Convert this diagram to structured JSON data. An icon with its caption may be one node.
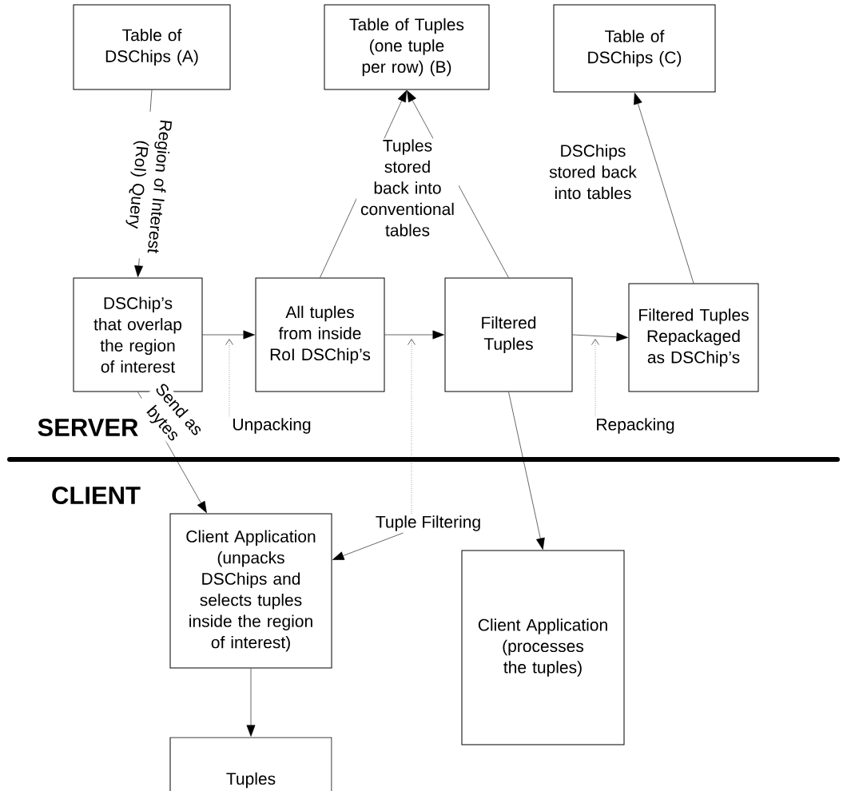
{
  "diagram": {
    "nodes": [
      {
        "text": [
          "Table of DSChips (A)"
        ]
      },
      {
        "text": [
          "Table of Tuples (one tuple per row) (B)"
        ]
      },
      {
        "text": [
          "Table of DSChips (C)"
        ]
      },
      {
        "text": [
          "DSChip’s that overlap the region of interest"
        ]
      },
      {
        "text": [
          "All tuples from inside RoI DSChip’s"
        ]
      },
      {
        "text": [
          "Filtered Tuples"
        ]
      },
      {
        "text": [
          "Filtered Tuples Repackaged as DSChip’s"
        ]
      },
      {
        "text": [
          "Client Application (unpacks DSChips and selects tuples inside the region of interest)"
        ]
      },
      {
        "text": [
          "Client Application (processes the tuples)"
        ]
      },
      {
        "text": [
          "Tuples"
        ]
      },
      {
        "text": [
          "Unpacking"
        ]
      },
      {
        "text": [
          "Repacking"
        ]
      },
      {
        "text": [
          "Tuple Filtering"
        ]
      }
    ],
    "edges": [
      {
        "from": 0,
        "to": 3,
        "arrow": "to",
        "label": "Region of Interest (RoI) Query"
      },
      {
        "from": 3,
        "to": 4,
        "arrow": "to"
      },
      {
        "from": 4,
        "to": 5,
        "arrow": "to"
      },
      {
        "from": 5,
        "to": 6,
        "arrow": "to"
      },
      {
        "from": 4,
        "to": 1,
        "arrow": "to",
        "label": "Tuples stored back into conventional tables"
      },
      {
        "from": 5,
        "to": 1,
        "arrow": "to"
      },
      {
        "from": 6,
        "to": 2,
        "arrow": "to",
        "label": "DSChips stored back into tables"
      },
      {
        "from": 3,
        "to": 7,
        "arrow": "to",
        "label": "Send as bytes"
      },
      {
        "from": 5,
        "to": 8,
        "arrow": "to"
      },
      {
        "from": 7,
        "to": 9,
        "arrow": "to"
      },
      {
        "from": 10,
        "to": null,
        "arrow": "to",
        "style": "dashed"
      },
      {
        "from": 11,
        "to": null,
        "arrow": "to",
        "style": "dashed"
      },
      {
        "from": 12,
        "to": null,
        "arrow": "to",
        "style": "dashed"
      },
      {
        "from": 12,
        "to": 7,
        "arrow": "to"
      }
    ],
    "labels": [
      "SERVER",
      "CLIENT"
    ]
  }
}
